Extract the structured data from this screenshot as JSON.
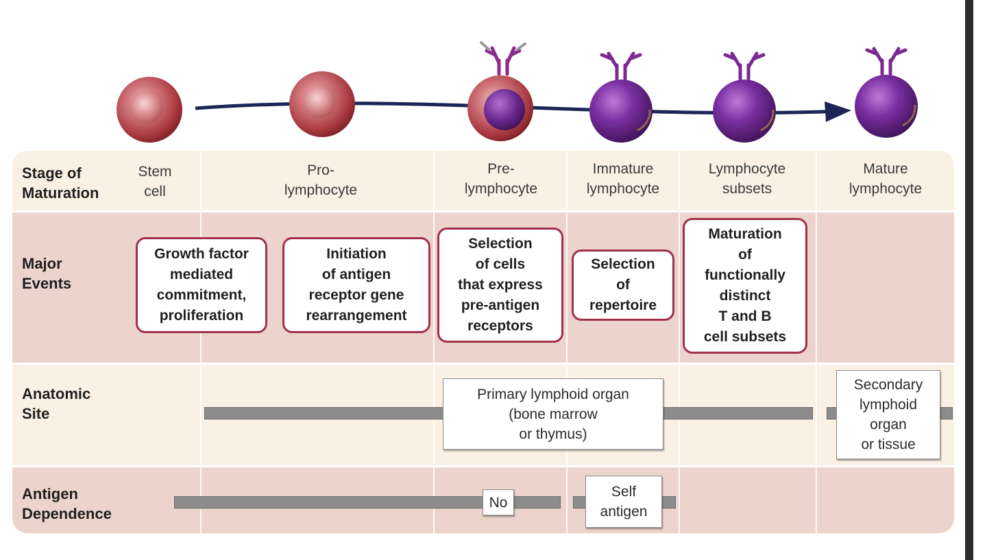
{
  "row_headers": {
    "stage": "Stage of\nMaturation",
    "events": "Major\nEvents",
    "site": "Anatomic\nSite",
    "antigen": "Antigen\nDependence"
  },
  "stages": [
    "Stem\ncell",
    "Pro-\nlymphocyte",
    "Pre-\nlymphocyte",
    "Immature\nlymphocyte",
    "Lymphocyte\nsubsets",
    "Mature\nlymphocyte"
  ],
  "events": [
    "Growth factor\nmediated\ncommitment,\nproliferation",
    "Initiation\nof antigen\nreceptor gene\nrearrangement",
    "Selection\nof cells\nthat express\npre-antigen\nreceptors",
    "Selection\nof\nrepertoire",
    "Maturation\nof\nfunctionally\ndistinct\nT and B\ncell subsets"
  ],
  "anatomic_site": {
    "primary": "Primary lymphoid organ\n(bone marrow\nor thymus)",
    "secondary": "Secondary\nlymphoid\norgan\nor tissue"
  },
  "antigen_dependence": {
    "no": "No",
    "self": "Self\nantigen"
  },
  "colors": {
    "early_cell": "#b8434f",
    "mature_cell": "#6a2a8c",
    "event_border": "#a0304a",
    "arrow": "#1c2556"
  }
}
